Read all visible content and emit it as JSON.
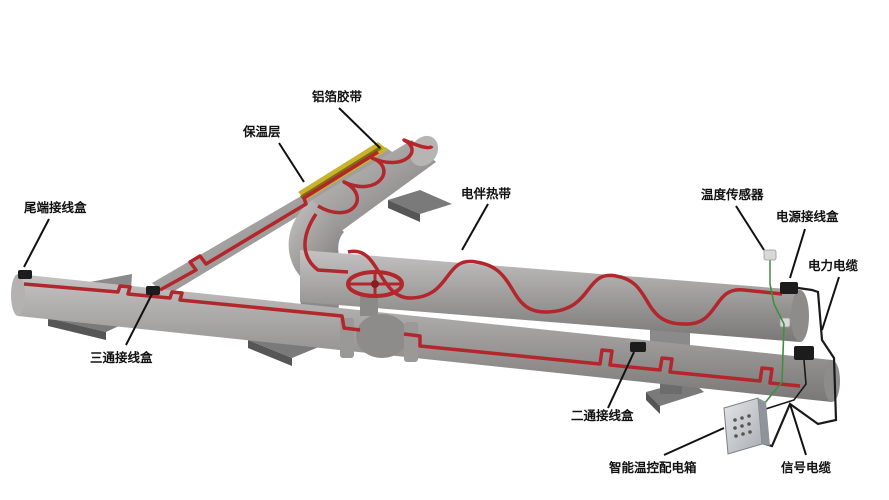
{
  "labels": {
    "aluminum_tape": "铝箔胶带",
    "insulation_layer": "保温层",
    "end_junction_box": "尾端接线盒",
    "heating_cable": "电伴热带",
    "temperature_sensor": "温度传感器",
    "power_junction_box": "电源接线盒",
    "power_cable": "电力电缆",
    "tee_junction_box": "三通接线盒",
    "splice_junction_box": "二通接线盒",
    "smart_control_box": "智能温控配电箱",
    "signal_cable": "信号电缆"
  },
  "colors": {
    "pipe": "#9a9797",
    "heating_cable": "#b3262b",
    "insulation": "#c9b22c",
    "support": "#6e6e6e",
    "valve_wheel": "#b3262b",
    "sensor_wire": "#3f8f3f"
  }
}
